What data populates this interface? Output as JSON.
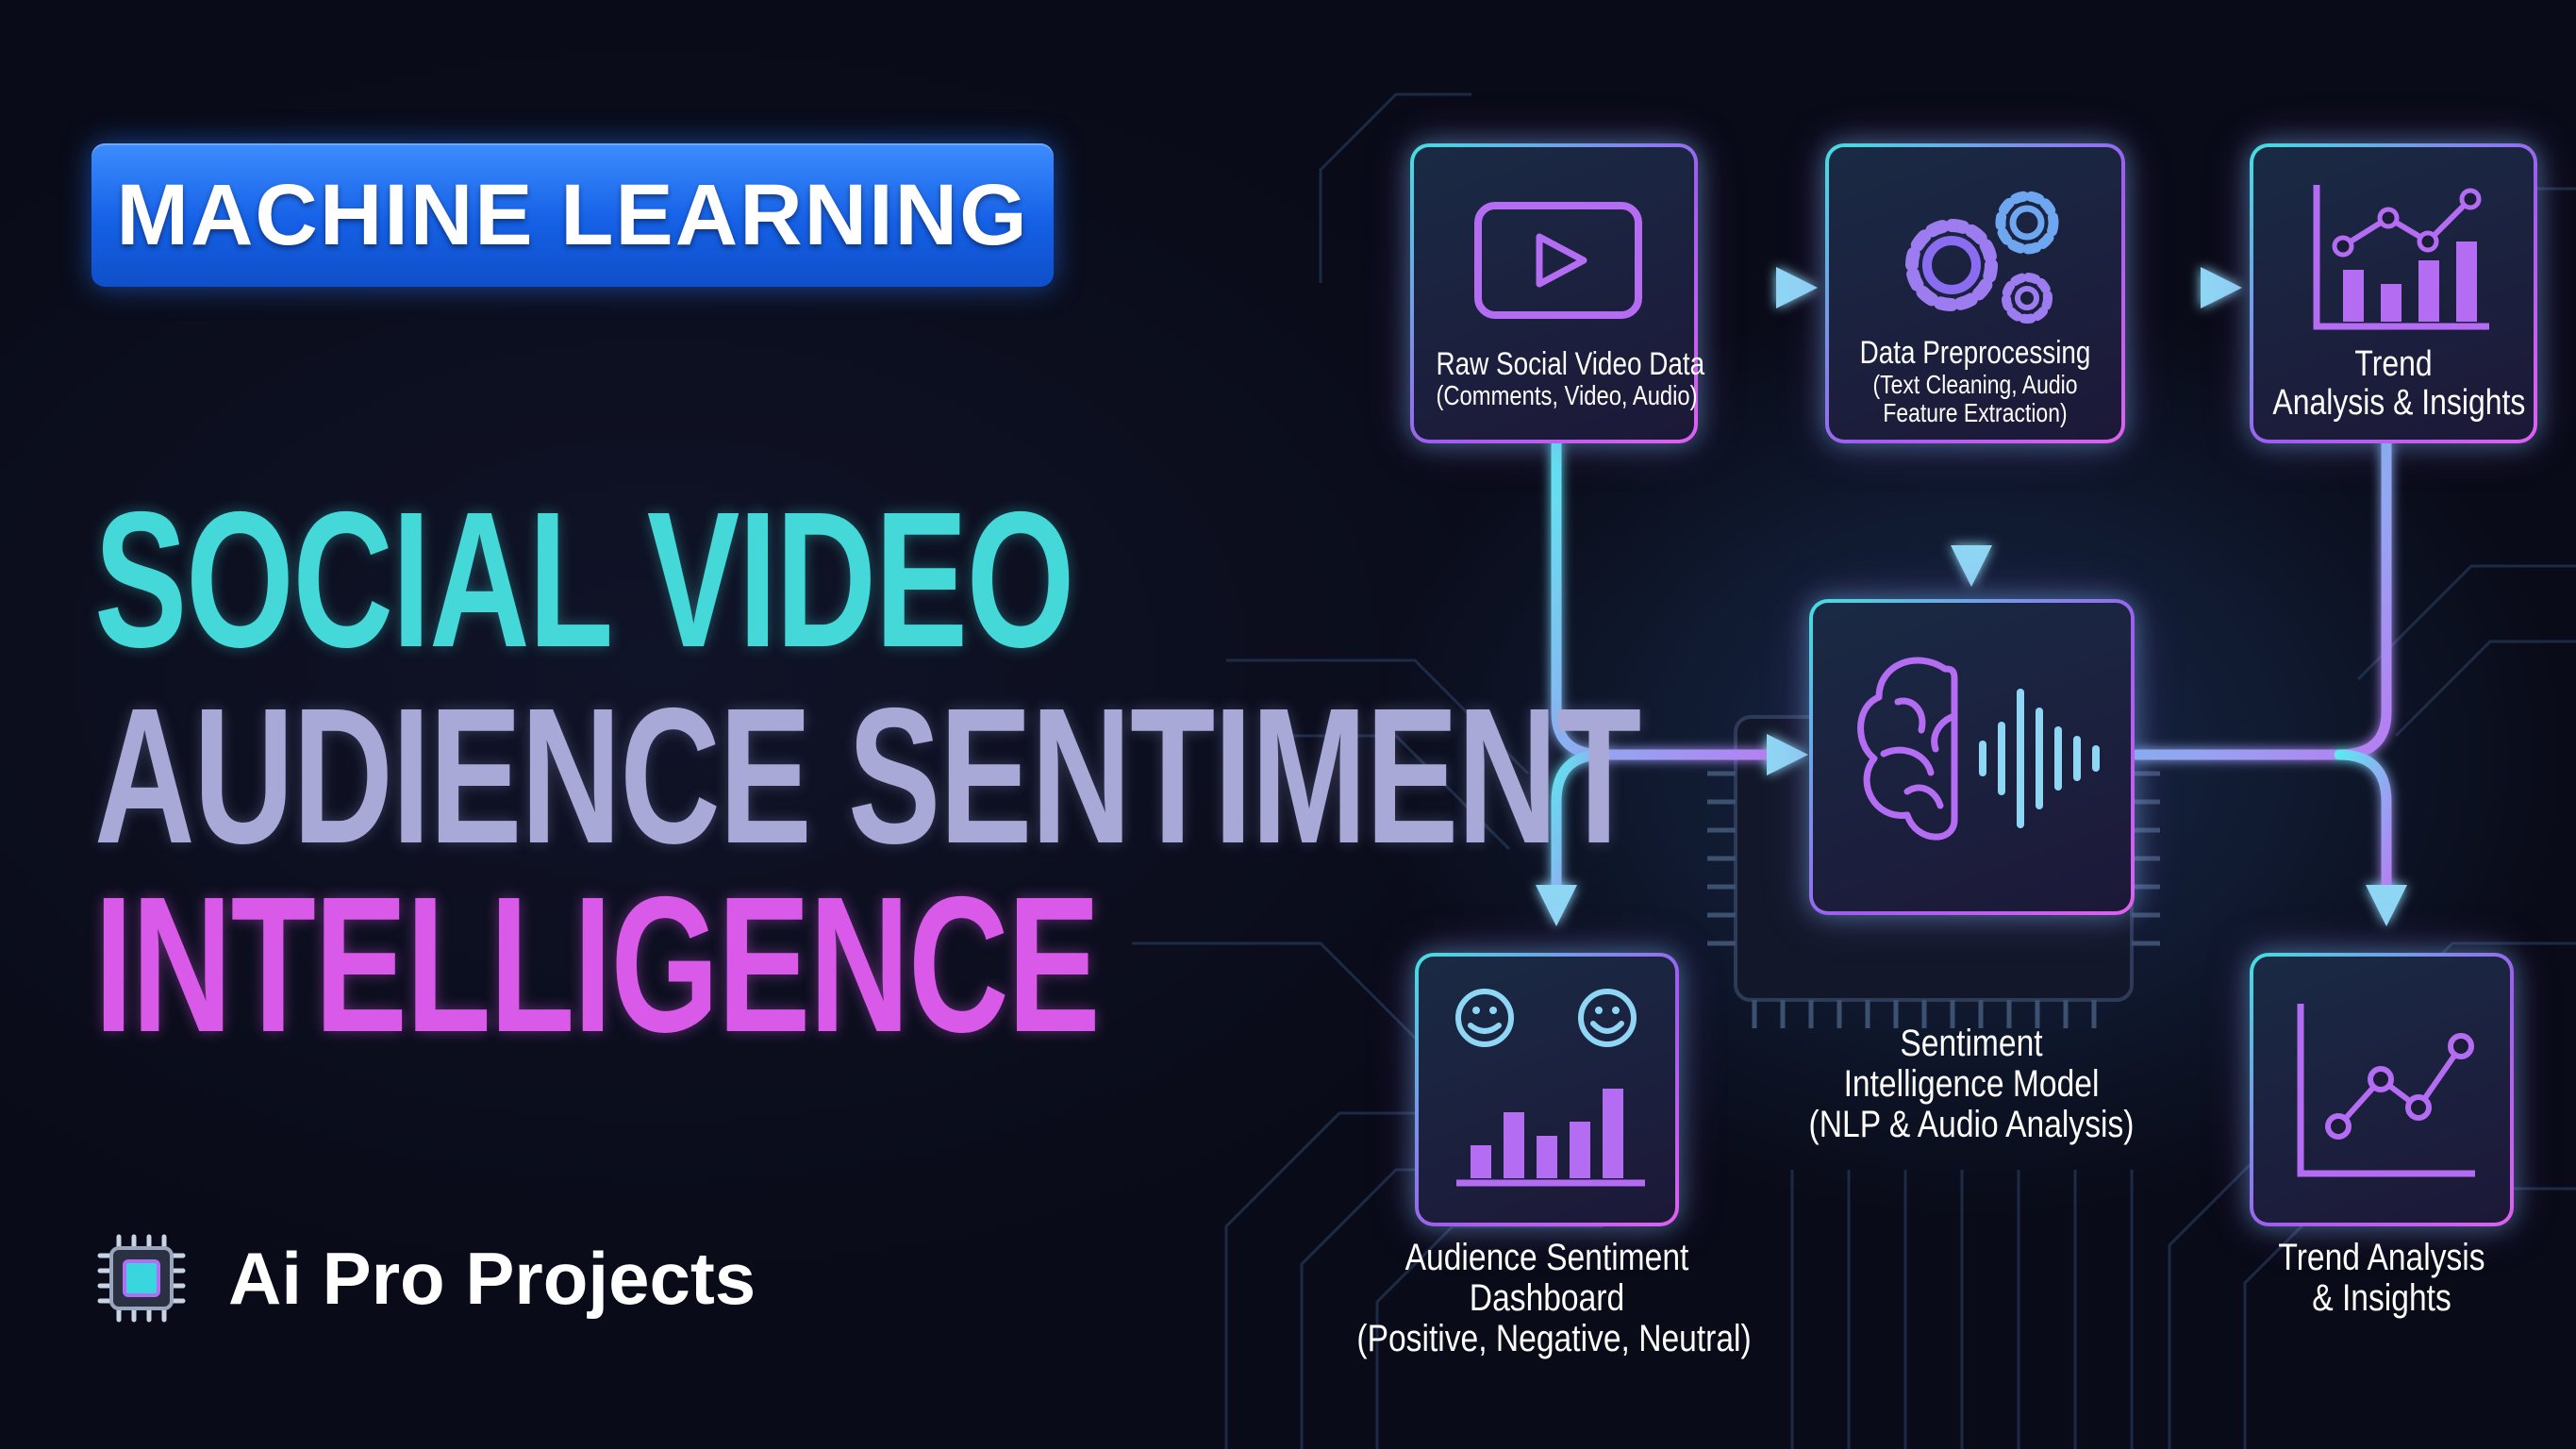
{
  "badge": {
    "label": "MACHINE LEARNING"
  },
  "title": {
    "line1": "SOCIAL VIDEO",
    "line2": "AUDIENCE SENTIMENT",
    "line3": "INTELLIGENCE"
  },
  "brand": {
    "name": "Ai Pro Projects",
    "icon": "chip-icon"
  },
  "diagram": {
    "nodes": {
      "raw_data": {
        "icon": "play-icon",
        "line1": "Raw Social Video Data",
        "line2": "(Comments, Video, Audio)"
      },
      "preprocessing": {
        "icon": "gears-icon",
        "line1": "Data Preprocessing",
        "line2": "(Text Cleaning, Audio",
        "line3": "Feature Extraction)"
      },
      "trend_top": {
        "icon": "bar-line-chart-icon",
        "line1": "Trend",
        "line2": "Analysis & Insights"
      },
      "model": {
        "icon": "brain-waveform-icon",
        "line1": "Sentiment",
        "line2": "Intelligence Model",
        "line3": "(NLP & Audio Analysis)"
      },
      "dashboard": {
        "icon": "smiley-bar-chart-icon",
        "line1": "Audience Sentiment",
        "line2": "Dashboard",
        "line3": "(Positive, Negative, Neutral)"
      },
      "trend_bottom": {
        "icon": "line-chart-icon",
        "line1": "Trend Analysis",
        "line2": "& Insights"
      }
    }
  },
  "colors": {
    "background": "#090b18",
    "badge": "#1560e6",
    "cyan": "#45d8d8",
    "lavender": "#a9a9d8",
    "magenta": "#d95ae8",
    "connector": "#7fd0f0"
  }
}
